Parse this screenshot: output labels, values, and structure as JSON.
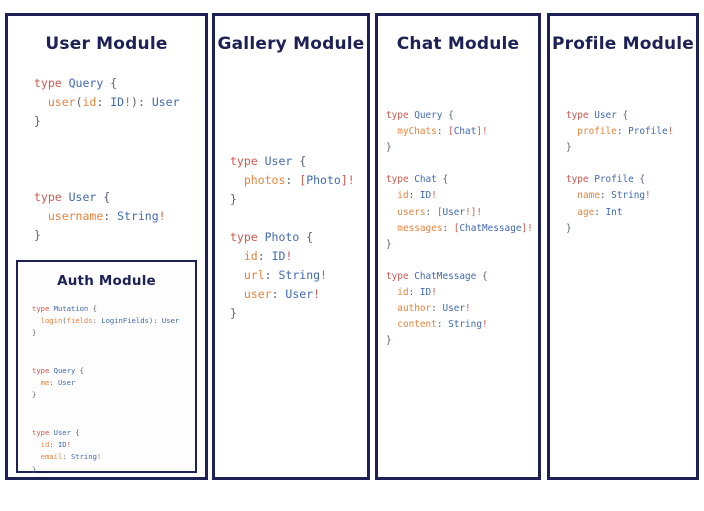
{
  "canvas": {
    "background": "#ffffff",
    "panel_border_color": "#1d2155",
    "heading_color": "#1d2155"
  },
  "syntax_colors": {
    "keyword": "#d0584e",
    "type_name": "#4169b2",
    "field_name": "#e8833c",
    "punctuation": "#5b6273",
    "bracket_bang": "#d0584e"
  },
  "panels": [
    {
      "id": "user",
      "title": "User Module",
      "code_lines": [
        [
          {
            "t": "type ",
            "c": "kw"
          },
          {
            "t": "Query",
            "c": "tn"
          },
          {
            "t": " {",
            "c": "pn"
          }
        ],
        [
          {
            "t": "  ",
            "c": "pn"
          },
          {
            "t": "user",
            "c": "fl"
          },
          {
            "t": "(",
            "c": "pn"
          },
          {
            "t": "id",
            "c": "fl"
          },
          {
            "t": ": ",
            "c": "pn"
          },
          {
            "t": "ID",
            "c": "tn"
          },
          {
            "t": "!",
            "c": "bg"
          },
          {
            "t": ")",
            "c": "pn"
          },
          {
            "t": ": ",
            "c": "pn"
          },
          {
            "t": "User",
            "c": "tn"
          }
        ],
        [
          {
            "t": "}",
            "c": "pn"
          }
        ],
        [
          {
            "t": "",
            "c": "pn"
          }
        ],
        [
          {
            "t": "",
            "c": "pn"
          }
        ],
        [
          {
            "t": "",
            "c": "pn"
          }
        ],
        [
          {
            "t": "type ",
            "c": "kw"
          },
          {
            "t": "User",
            "c": "tn"
          },
          {
            "t": " {",
            "c": "pn"
          }
        ],
        [
          {
            "t": "  ",
            "c": "pn"
          },
          {
            "t": "username",
            "c": "fl"
          },
          {
            "t": ": ",
            "c": "pn"
          },
          {
            "t": "String",
            "c": "tn"
          },
          {
            "t": "!",
            "c": "bg"
          }
        ],
        [
          {
            "t": "}",
            "c": "pn"
          }
        ]
      ],
      "sub_panel": {
        "id": "auth",
        "title": "Auth Module",
        "code_lines": [
          [
            {
              "t": "type ",
              "c": "kw"
            },
            {
              "t": "Mutation",
              "c": "tn"
            },
            {
              "t": " {",
              "c": "pn"
            }
          ],
          [
            {
              "t": "  ",
              "c": "pn"
            },
            {
              "t": "login",
              "c": "fl"
            },
            {
              "t": "(",
              "c": "pn"
            },
            {
              "t": "fields",
              "c": "fl"
            },
            {
              "t": ": ",
              "c": "pn"
            },
            {
              "t": "LoginFields",
              "c": "tn"
            },
            {
              "t": ")",
              "c": "pn"
            },
            {
              "t": ": ",
              "c": "pn"
            },
            {
              "t": "User",
              "c": "tn"
            }
          ],
          [
            {
              "t": "}",
              "c": "pn"
            }
          ],
          [
            {
              "t": "",
              "c": "pn"
            }
          ],
          [
            {
              "t": "",
              "c": "pn"
            }
          ],
          [
            {
              "t": "type ",
              "c": "kw"
            },
            {
              "t": "Query",
              "c": "tn"
            },
            {
              "t": " {",
              "c": "pn"
            }
          ],
          [
            {
              "t": "  ",
              "c": "pn"
            },
            {
              "t": "me",
              "c": "fl"
            },
            {
              "t": ": ",
              "c": "pn"
            },
            {
              "t": "User",
              "c": "tn"
            }
          ],
          [
            {
              "t": "}",
              "c": "pn"
            }
          ],
          [
            {
              "t": "",
              "c": "pn"
            }
          ],
          [
            {
              "t": "",
              "c": "pn"
            }
          ],
          [
            {
              "t": "type ",
              "c": "kw"
            },
            {
              "t": "User",
              "c": "tn"
            },
            {
              "t": " {",
              "c": "pn"
            }
          ],
          [
            {
              "t": "  ",
              "c": "pn"
            },
            {
              "t": "id",
              "c": "fl"
            },
            {
              "t": ": ",
              "c": "pn"
            },
            {
              "t": "ID",
              "c": "tn"
            },
            {
              "t": "!",
              "c": "bg"
            }
          ],
          [
            {
              "t": "  ",
              "c": "pn"
            },
            {
              "t": "email",
              "c": "fl"
            },
            {
              "t": ": ",
              "c": "pn"
            },
            {
              "t": "String",
              "c": "tn"
            },
            {
              "t": "!",
              "c": "bg"
            }
          ],
          [
            {
              "t": "}",
              "c": "pn"
            }
          ]
        ]
      }
    },
    {
      "id": "gallery",
      "title": "Gallery Module",
      "code_lines": [
        [
          {
            "t": "type ",
            "c": "kw"
          },
          {
            "t": "User",
            "c": "tn"
          },
          {
            "t": " {",
            "c": "pn"
          }
        ],
        [
          {
            "t": "  ",
            "c": "pn"
          },
          {
            "t": "photos",
            "c": "fl"
          },
          {
            "t": ": ",
            "c": "pn"
          },
          {
            "t": "[",
            "c": "bg"
          },
          {
            "t": "Photo",
            "c": "tn"
          },
          {
            "t": "]",
            "c": "bg"
          },
          {
            "t": "!",
            "c": "bg"
          }
        ],
        [
          {
            "t": "}",
            "c": "pn"
          }
        ],
        [
          {
            "t": "",
            "c": "pn"
          }
        ],
        [
          {
            "t": "type ",
            "c": "kw"
          },
          {
            "t": "Photo",
            "c": "tn"
          },
          {
            "t": " {",
            "c": "pn"
          }
        ],
        [
          {
            "t": "  ",
            "c": "pn"
          },
          {
            "t": "id",
            "c": "fl"
          },
          {
            "t": ": ",
            "c": "pn"
          },
          {
            "t": "ID",
            "c": "tn"
          },
          {
            "t": "!",
            "c": "bg"
          }
        ],
        [
          {
            "t": "  ",
            "c": "pn"
          },
          {
            "t": "url",
            "c": "fl"
          },
          {
            "t": ": ",
            "c": "pn"
          },
          {
            "t": "String",
            "c": "tn"
          },
          {
            "t": "!",
            "c": "bg"
          }
        ],
        [
          {
            "t": "  ",
            "c": "pn"
          },
          {
            "t": "user",
            "c": "fl"
          },
          {
            "t": ": ",
            "c": "pn"
          },
          {
            "t": "User",
            "c": "tn"
          },
          {
            "t": "!",
            "c": "bg"
          }
        ],
        [
          {
            "t": "}",
            "c": "pn"
          }
        ]
      ],
      "sub_panel": null
    },
    {
      "id": "chat",
      "title": "Chat Module",
      "code_lines": [
        [
          {
            "t": "type ",
            "c": "kw"
          },
          {
            "t": "Query",
            "c": "tn"
          },
          {
            "t": " {",
            "c": "pn"
          }
        ],
        [
          {
            "t": "  ",
            "c": "pn"
          },
          {
            "t": "myChats",
            "c": "fl"
          },
          {
            "t": ": ",
            "c": "pn"
          },
          {
            "t": "[",
            "c": "bg"
          },
          {
            "t": "Chat",
            "c": "tn"
          },
          {
            "t": "]",
            "c": "bg"
          },
          {
            "t": "!",
            "c": "bg"
          }
        ],
        [
          {
            "t": "}",
            "c": "pn"
          }
        ],
        [
          {
            "t": "",
            "c": "pn"
          }
        ],
        [
          {
            "t": "type ",
            "c": "kw"
          },
          {
            "t": "Chat",
            "c": "tn"
          },
          {
            "t": " {",
            "c": "pn"
          }
        ],
        [
          {
            "t": "  ",
            "c": "pn"
          },
          {
            "t": "id",
            "c": "fl"
          },
          {
            "t": ": ",
            "c": "pn"
          },
          {
            "t": "ID",
            "c": "tn"
          },
          {
            "t": "!",
            "c": "bg"
          }
        ],
        [
          {
            "t": "  ",
            "c": "pn"
          },
          {
            "t": "users",
            "c": "fl"
          },
          {
            "t": ": ",
            "c": "pn"
          },
          {
            "t": "[",
            "c": "bg"
          },
          {
            "t": "User",
            "c": "tn"
          },
          {
            "t": "!",
            "c": "bg"
          },
          {
            "t": "]",
            "c": "bg"
          },
          {
            "t": "!",
            "c": "bg"
          }
        ],
        [
          {
            "t": "  ",
            "c": "pn"
          },
          {
            "t": "messages",
            "c": "fl"
          },
          {
            "t": ": ",
            "c": "pn"
          },
          {
            "t": "[",
            "c": "bg"
          },
          {
            "t": "ChatMessage",
            "c": "tn"
          },
          {
            "t": "]",
            "c": "bg"
          },
          {
            "t": "!",
            "c": "bg"
          }
        ],
        [
          {
            "t": "}",
            "c": "pn"
          }
        ],
        [
          {
            "t": "",
            "c": "pn"
          }
        ],
        [
          {
            "t": "type ",
            "c": "kw"
          },
          {
            "t": "ChatMessage",
            "c": "tn"
          },
          {
            "t": " {",
            "c": "pn"
          }
        ],
        [
          {
            "t": "  ",
            "c": "pn"
          },
          {
            "t": "id",
            "c": "fl"
          },
          {
            "t": ": ",
            "c": "pn"
          },
          {
            "t": "ID",
            "c": "tn"
          },
          {
            "t": "!",
            "c": "bg"
          }
        ],
        [
          {
            "t": "  ",
            "c": "pn"
          },
          {
            "t": "author",
            "c": "fl"
          },
          {
            "t": ": ",
            "c": "pn"
          },
          {
            "t": "User",
            "c": "tn"
          },
          {
            "t": "!",
            "c": "bg"
          }
        ],
        [
          {
            "t": "  ",
            "c": "pn"
          },
          {
            "t": "content",
            "c": "fl"
          },
          {
            "t": ": ",
            "c": "pn"
          },
          {
            "t": "String",
            "c": "tn"
          },
          {
            "t": "!",
            "c": "bg"
          }
        ],
        [
          {
            "t": "}",
            "c": "pn"
          }
        ]
      ],
      "sub_panel": null
    },
    {
      "id": "profile",
      "title": "Profile Module",
      "code_lines": [
        [
          {
            "t": "type ",
            "c": "kw"
          },
          {
            "t": "User",
            "c": "tn"
          },
          {
            "t": " {",
            "c": "pn"
          }
        ],
        [
          {
            "t": "  ",
            "c": "pn"
          },
          {
            "t": "profile",
            "c": "fl"
          },
          {
            "t": ": ",
            "c": "pn"
          },
          {
            "t": "Profile",
            "c": "tn"
          },
          {
            "t": "!",
            "c": "bg"
          }
        ],
        [
          {
            "t": "}",
            "c": "pn"
          }
        ],
        [
          {
            "t": "",
            "c": "pn"
          }
        ],
        [
          {
            "t": "type ",
            "c": "kw"
          },
          {
            "t": "Profile",
            "c": "tn"
          },
          {
            "t": " {",
            "c": "pn"
          }
        ],
        [
          {
            "t": "  ",
            "c": "pn"
          },
          {
            "t": "name",
            "c": "fl"
          },
          {
            "t": ": ",
            "c": "pn"
          },
          {
            "t": "String",
            "c": "tn"
          },
          {
            "t": "!",
            "c": "bg"
          }
        ],
        [
          {
            "t": "  ",
            "c": "pn"
          },
          {
            "t": "age",
            "c": "fl"
          },
          {
            "t": ": ",
            "c": "pn"
          },
          {
            "t": "Int",
            "c": "tn"
          }
        ],
        [
          {
            "t": "}",
            "c": "pn"
          }
        ]
      ],
      "sub_panel": null
    }
  ]
}
